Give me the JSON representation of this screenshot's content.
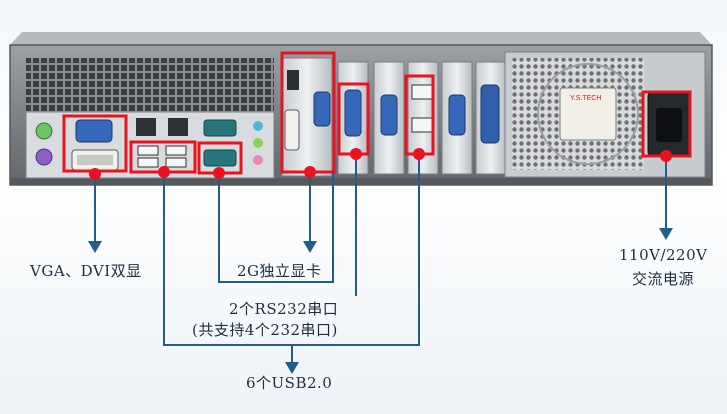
{
  "labels": {
    "vga_dvi": "VGA、DVI双显",
    "gpu": "2G独立显卡",
    "rs232_line1": "2个RS232串口",
    "rs232_line2": "(共支持4个232串口)",
    "usb": "6个USB2.0",
    "power_line1": "110V/220V",
    "power_line2": "交流电源"
  },
  "psu_fan_label": "Y.S.TECH",
  "colors": {
    "highlight": "#e8131f",
    "connector_line": "#1f5d8c",
    "chassis": "#6f7378"
  }
}
